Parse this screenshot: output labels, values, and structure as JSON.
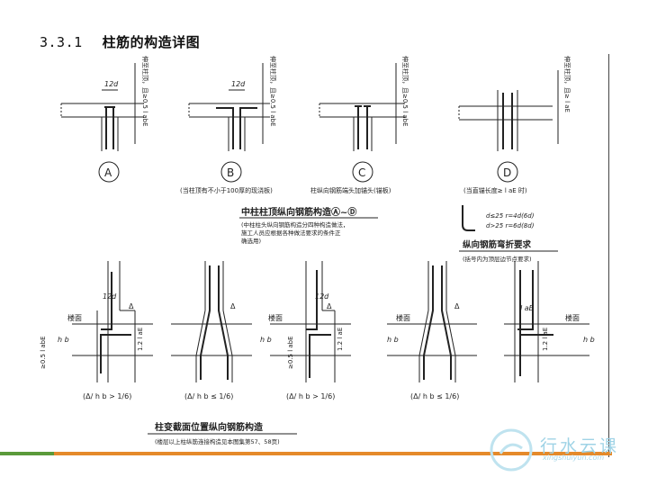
{
  "heading": {
    "number": "3.3.1",
    "text": "柱筋的构造详图"
  },
  "top_details": [
    {
      "letter": "A",
      "note": ""
    },
    {
      "letter": "B",
      "note": "(当柱顶有不小于100厚的现浇板)"
    },
    {
      "letter": "C",
      "note": "柱纵向钢筋端头加锚头(锚板)"
    },
    {
      "letter": "D",
      "note": "(当直锚长度≥ l aE 时)"
    }
  ],
  "dim_12d": "12d",
  "side_labels": {
    "a": "伸至柱顶，且≥0.5 l abE",
    "b": "伸至柱顶，且≥0.5 l abE",
    "c": "伸至柱顶，且≥0.5 l abE",
    "d": "伸至柱顶，且≥ l aE"
  },
  "caption_top": {
    "title": "中柱柱顶纵向钢筋构造Ⓐ~Ⓓ",
    "line1": "(中柱柱头纵向钢筋构造分四种构造做法，",
    "line2": "施工人员应根据各种做法要求的条件正",
    "line3": "确选用)"
  },
  "bend": {
    "rule1": "d≤25   r=4d(6d)",
    "rule2": "d>25   r=6d(8d)",
    "title": "纵向钢筋弯折要求",
    "note": "(括号内为顶层边节点要求)"
  },
  "bottom_details": [
    {
      "floor": "楼面",
      "cond": "(Δ/ h b > 1/6)"
    },
    {
      "floor": "",
      "cond": "(Δ/ h b ≤ 1/6)"
    },
    {
      "floor": "楼面",
      "cond": "(Δ/ h b > 1/6)"
    },
    {
      "floor": "楼面",
      "cond": "(Δ/ h b ≤ 1/6)"
    },
    {
      "floor": "楼面",
      "cond": ""
    }
  ],
  "bottom_labels": {
    "hb": "h b",
    "delta": "Δ",
    "half_label": "≥0.5 l abE",
    "len_12": "1.2 l aE",
    "lae": "l aE"
  },
  "caption_bottom": {
    "title": "柱变截面位置纵向钢筋构造",
    "note": "(楼层以上柱纵筋连接构造见本图集第57、58页)"
  },
  "watermark": {
    "text": "行水云课",
    "sub": "xingshuiyun.com"
  },
  "colors": {
    "accent_green": "#5a9a3a",
    "accent_orange": "#e58a2a",
    "watermark": "#9fd3e6"
  }
}
